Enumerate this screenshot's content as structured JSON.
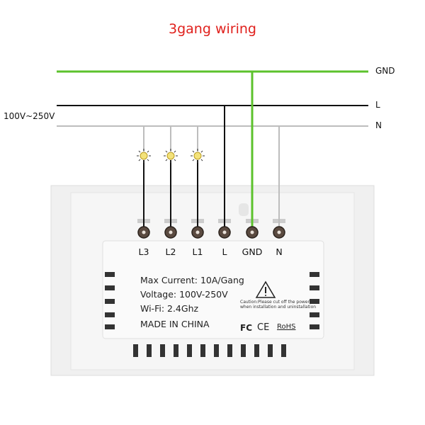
{
  "title": "3gang wiring",
  "lines": {
    "gnd": "GND",
    "l": "L",
    "n": "N",
    "voltage": "100V~250V"
  },
  "terminals": [
    "L3",
    "L2",
    "L1",
    "L",
    "GND",
    "N"
  ],
  "specs": {
    "current": "Max Current: 10A/Gang",
    "voltage": "Voltage: 100V-250V",
    "wifi": "Wi-Fi: 2.4Ghz",
    "origin": "MADE IN CHINA"
  },
  "caution": "Caution:Please cut off the power when installation and uninstallation",
  "certs": {
    "fc": "FC",
    "ce": "CE",
    "rohs": "RoHS"
  },
  "colors": {
    "title": "#e0201c",
    "gnd": "#5cc22c",
    "live": "#111111",
    "neutral": "#bdbdbd"
  }
}
